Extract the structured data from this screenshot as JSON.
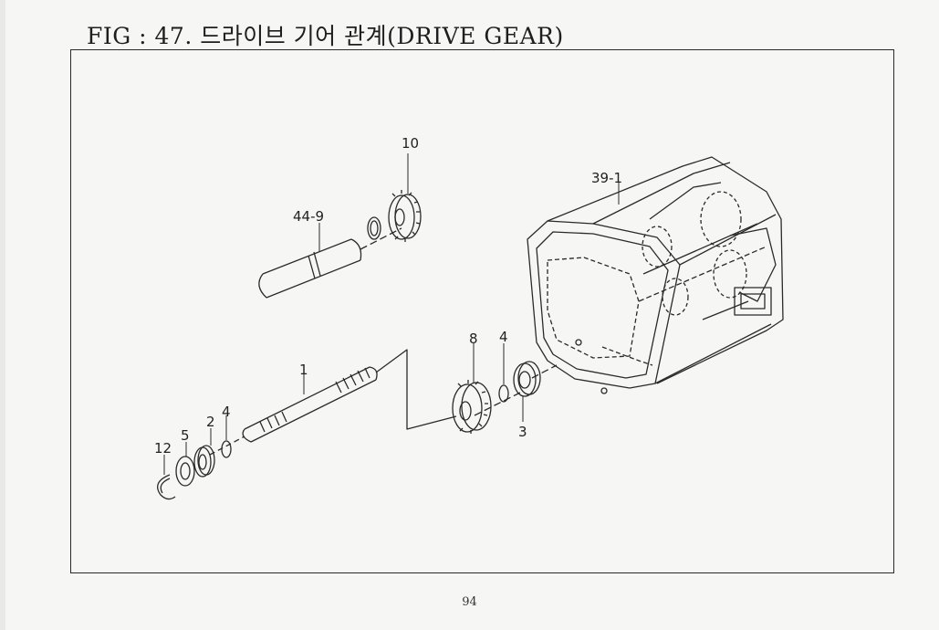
{
  "figure": {
    "title": "FIG : 47. 드라이브 기어 관계(DRIVE GEAR)"
  },
  "callouts": {
    "p10": "10",
    "p44_9": "44-9",
    "p39_1": "39-1",
    "p1": "1",
    "p8": "8",
    "p4a": "4",
    "p3": "3",
    "p2": "2",
    "p4b": "4",
    "p12": "12",
    "p5": "5"
  },
  "page": {
    "number": "94"
  }
}
